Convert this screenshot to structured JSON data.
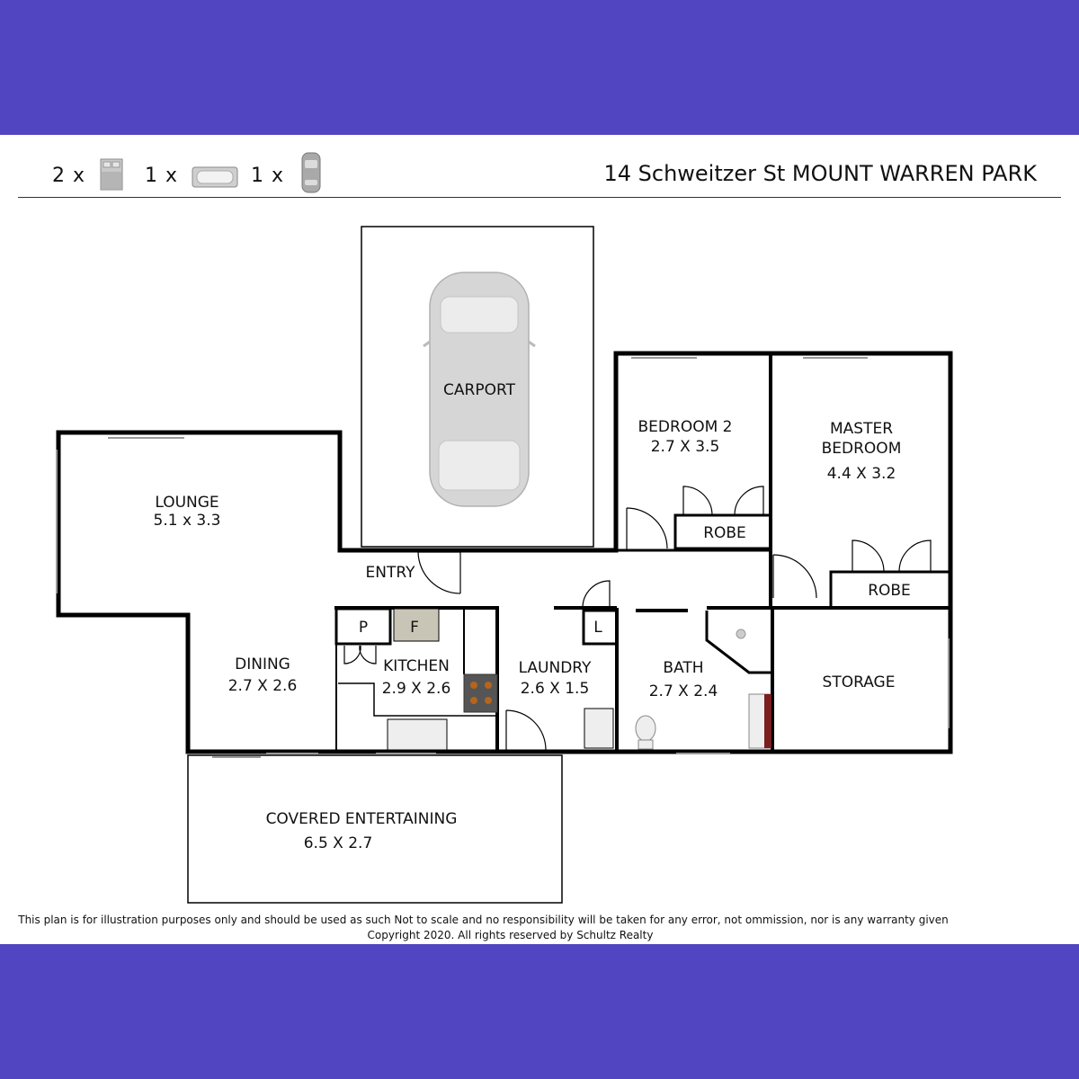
{
  "header": {
    "bedrooms": "2 x",
    "bathrooms": "1 x",
    "carspaces": "1 x",
    "icons": [
      "bed-icon",
      "bathtub-icon",
      "car-icon"
    ],
    "address": "14 Schweitzer St MOUNT WARREN PARK"
  },
  "rooms": {
    "carport": "CARPORT",
    "bedroom2": {
      "name": "BEDROOM 2",
      "size": "2.7 X 3.5"
    },
    "master": {
      "name1": "MASTER",
      "name2": "BEDROOM",
      "size": "4.4 X 3.2"
    },
    "robe1": "ROBE",
    "robe2": "ROBE",
    "lounge": {
      "name": "LOUNGE",
      "size": "5.1 x 3.3"
    },
    "entry": "ENTRY",
    "pantry": "P",
    "fridge": "F",
    "linen": "L",
    "dining": {
      "name": "DINING",
      "size": "2.7 X 2.6"
    },
    "kitchen": {
      "name": "KITCHEN",
      "size": "2.9 X 2.6"
    },
    "laundry": {
      "name": "LAUNDRY",
      "size": "2.6 X 1.5"
    },
    "bath": {
      "name": "BATH",
      "size": "2.7 X 2.4"
    },
    "storage": "STORAGE",
    "covered": {
      "name": "COVERED ENTERTAINING",
      "size": "6.5 X 2.7"
    }
  },
  "footer": {
    "line1": "This plan is for illustration purposes only and should be used as such  Not to scale and no responsibility will be taken for any error, not ommission, nor is any warranty given",
    "line2": "Copyright 2020.  All rights reserved by Schultz Realty"
  },
  "colors": {
    "band": "#5245c2",
    "wall": "#000000",
    "fixture": "#bdbdbd"
  }
}
